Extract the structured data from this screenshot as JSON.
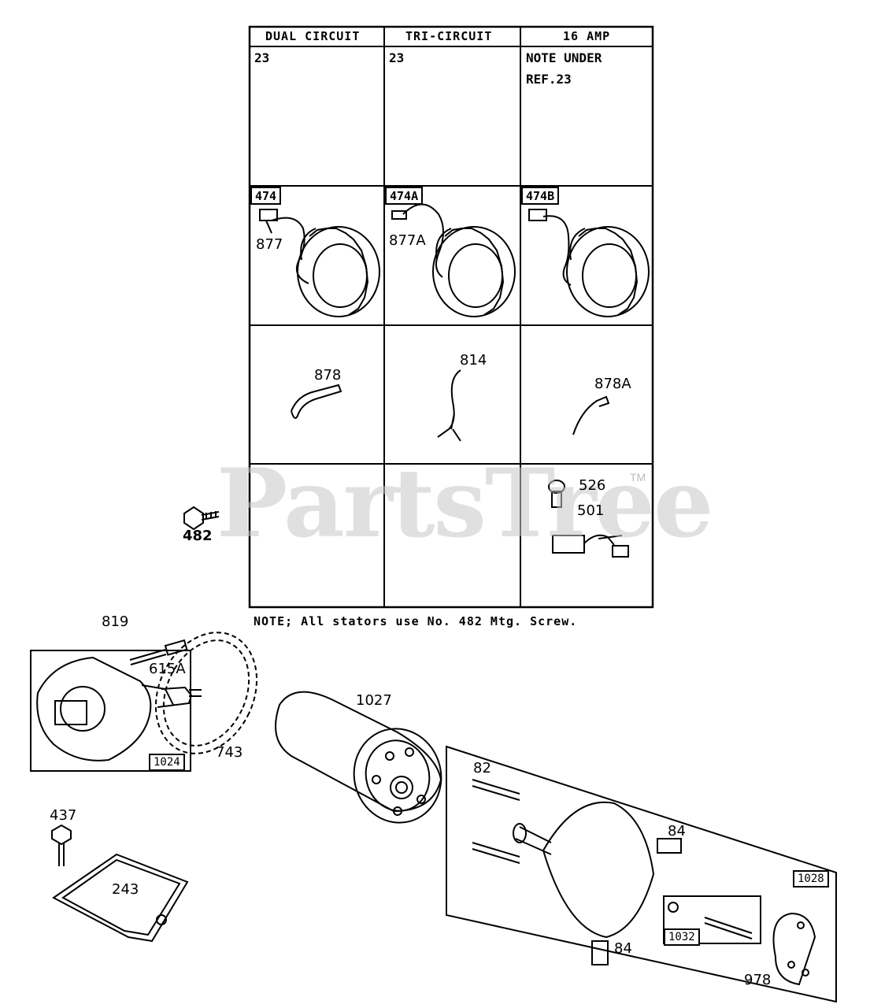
{
  "table": {
    "headers": [
      "DUAL CIRCUIT",
      "TRI-CIRCUIT",
      "16 AMP"
    ],
    "row1": [
      "23",
      "23",
      "NOTE UNDER",
      "REF.23"
    ],
    "kits": [
      "474",
      "474A",
      "474B"
    ],
    "harness_labels": [
      "877",
      "877A"
    ],
    "wires": [
      "878",
      "814",
      "878A"
    ],
    "parts_16amp": [
      "526",
      "501"
    ]
  },
  "screw_label": "482",
  "note": "NOTE; All stators use No. 482 Mtg. Screw.",
  "labels": {
    "p819": "819",
    "p615a": "615A",
    "p1024": "1024",
    "p743": "743",
    "p1027": "1027",
    "p82": "82",
    "p84a": "84",
    "p84b": "84",
    "p1028": "1028",
    "p1032": "1032",
    "p978": "978",
    "p437": "437",
    "p243": "243"
  },
  "watermark": "PartsTree",
  "trademark": "TM"
}
